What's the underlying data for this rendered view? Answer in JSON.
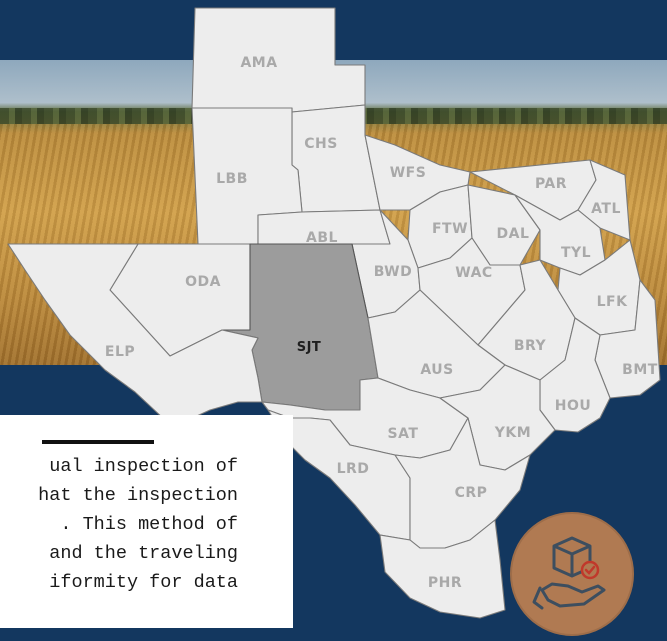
{
  "map": {
    "highlight_color": "#9c9c9c",
    "base_color": "#ededed",
    "label_color": "#a9a9a9",
    "background_color": "#13375f",
    "selected_region": "SJT",
    "regions": [
      "AMA",
      "CHS",
      "LBB",
      "WFS",
      "PAR",
      "ATL",
      "FTW",
      "DAL",
      "TYL",
      "ABL",
      "BWD",
      "WAC",
      "LFK",
      "ODA",
      "SJT",
      "BRY",
      "BMT",
      "ELP",
      "AUS",
      "HOU",
      "SAT",
      "YKM",
      "LRD",
      "CRP",
      "PHR"
    ]
  },
  "labels": {
    "AMA": "AMA",
    "CHS": "CHS",
    "LBB": "LBB",
    "WFS": "WFS",
    "PAR": "PAR",
    "ATL": "ATL",
    "FTW": "FTW",
    "DAL": "DAL",
    "TYL": "TYL",
    "ABL": "ABL",
    "BWD": "BWD",
    "WAC": "WAC",
    "LFK": "LFK",
    "ODA": "ODA",
    "SJT": "SJT",
    "BRY": "BRY",
    "BMT": "BMT",
    "ELP": "ELP",
    "AUS": "AUS",
    "HOU": "HOU",
    "SAT": "SAT",
    "YKM": "YKM",
    "LRD": "LRD",
    "CRP": "CRP",
    "PHR": "PHR"
  },
  "text_card": {
    "lines": [
      "ual inspection of",
      "hat the inspection",
      ". This method of",
      "and the traveling",
      "iformity for data"
    ]
  },
  "badge": {
    "icon": "package-hand-icon",
    "color": "#b07a52",
    "check_color": "#c0392b"
  }
}
